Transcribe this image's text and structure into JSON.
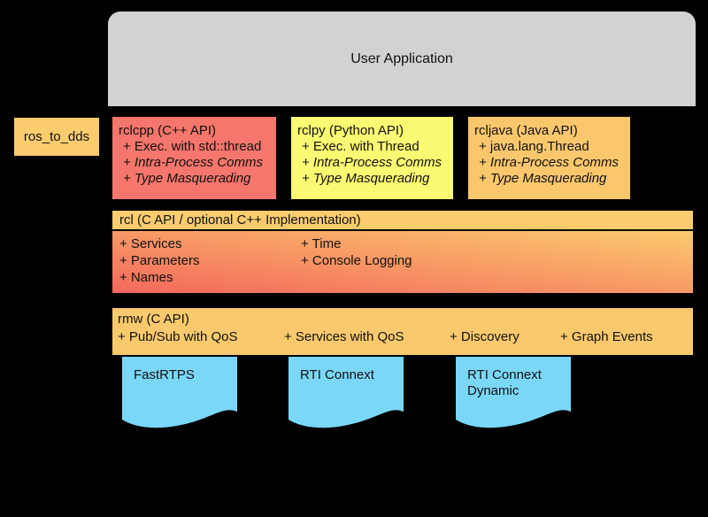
{
  "colors": {
    "background": "#000000",
    "user_application_fill": "#d2d2d2",
    "ros_to_dds_fill": "#fbcc6e",
    "rclcpp_fill": "#f5766c",
    "rclpy_fill": "#fcfa72",
    "rcljava_fill": "#fac76d",
    "rcl_header_fill": "#fbcc6e",
    "rcl_body_gradient_start": "#f3685c",
    "rcl_body_gradient_end": "#fcca6e",
    "rmw_fill": "#fac96d",
    "dds_doc_fill": "#7bd7f8",
    "text": "#111111"
  },
  "user_application": {
    "label": "User Application"
  },
  "ros_to_dds": {
    "label": "ros_to_dds"
  },
  "client_libraries": [
    {
      "title": "rclcpp (C++ API)",
      "items": [
        "+ Exec. with std::thread",
        "+ Intra-Process Comms",
        "+ Type Masquerading"
      ]
    },
    {
      "title": "rclpy (Python API)",
      "items": [
        "+ Exec. with Thread",
        "+ Intra-Process Comms",
        "+ Type Masquerading"
      ]
    },
    {
      "title": "rcljava (Java API)",
      "items": [
        "+ java.lang.Thread",
        "+ Intra-Process Comms",
        "+ Type Masquerading"
      ]
    }
  ],
  "rcl": {
    "title": "rcl (C API / optional C++ Implementation)",
    "column1": [
      "+ Services",
      "+ Parameters",
      "+ Names"
    ],
    "column2": [
      "+ Time",
      "+ Console Logging"
    ]
  },
  "rmw": {
    "title": "rmw (C API)",
    "items": [
      "+ Pub/Sub with QoS",
      "+ Services with QoS",
      "+ Discovery",
      "+ Graph Events"
    ]
  },
  "dds_implementations": [
    {
      "label": "FastRTPS"
    },
    {
      "label": "RTI Connext"
    },
    {
      "label": "RTI Connext Dynamic"
    }
  ]
}
